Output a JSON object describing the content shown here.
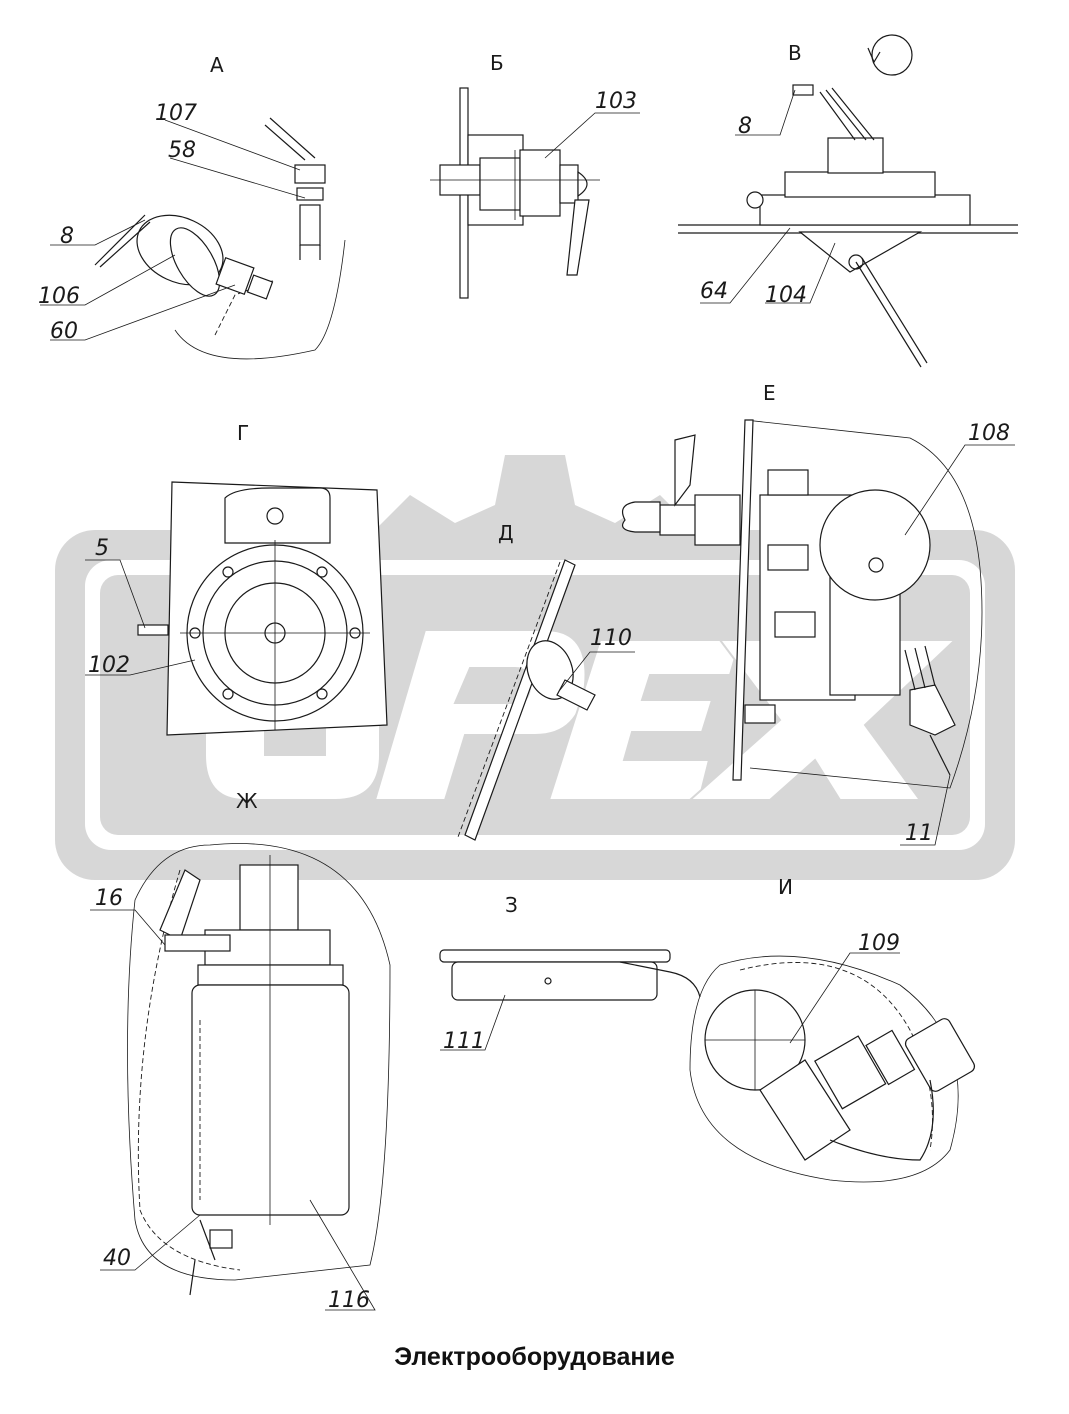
{
  "caption": "Электрооборудование",
  "views": {
    "a": "А",
    "b": "Б",
    "v": "В",
    "g": "Г",
    "d": "Д",
    "e": "Е",
    "zh": "Ж",
    "z": "З",
    "i": "И"
  },
  "callouts": {
    "c107": "107",
    "c58": "58",
    "c8a": "8",
    "c106": "106",
    "c60": "60",
    "c103": "103",
    "c8b": "8",
    "c64": "64",
    "c104": "104",
    "c108": "108",
    "c5": "5",
    "c102": "102",
    "c110": "110",
    "c11": "11",
    "c16": "16",
    "c40": "40",
    "c116": "116",
    "c111": "111",
    "c109": "109"
  },
  "watermark": {
    "text": "OPEX",
    "color": "#d7d7d7"
  }
}
